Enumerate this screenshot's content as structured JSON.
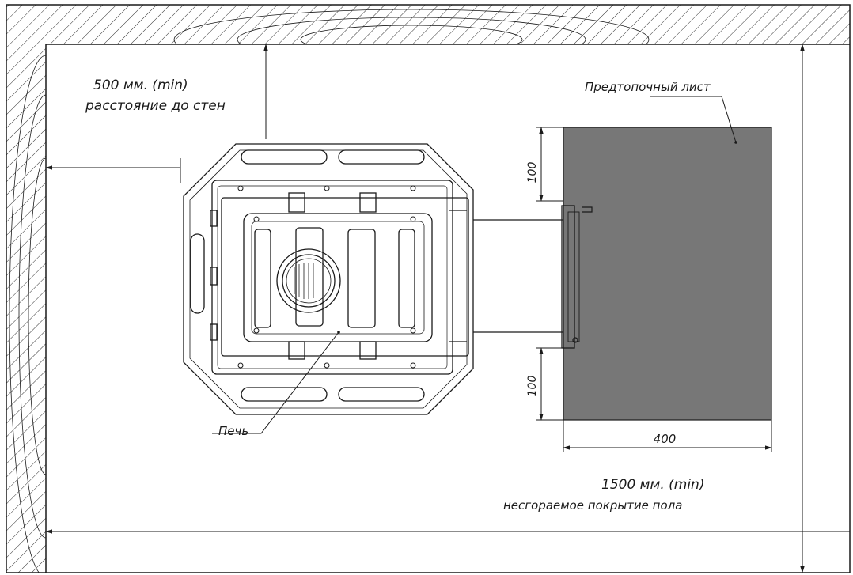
{
  "labels": {
    "wall_distance_value": "500 мм. (min)",
    "wall_distance_text": "расстояние до стен",
    "prefire_sheet": "Предтопочный лист",
    "stove": "Печь",
    "dim_top": "100",
    "dim_bottom": "100",
    "dim_width": "400",
    "floor_value": "1500 мм. (min)",
    "floor_text": "несгораемое покрытие пола"
  },
  "colors": {
    "line": "#1a1a1a",
    "sheet_fill": "#777777",
    "background": "#ffffff"
  }
}
